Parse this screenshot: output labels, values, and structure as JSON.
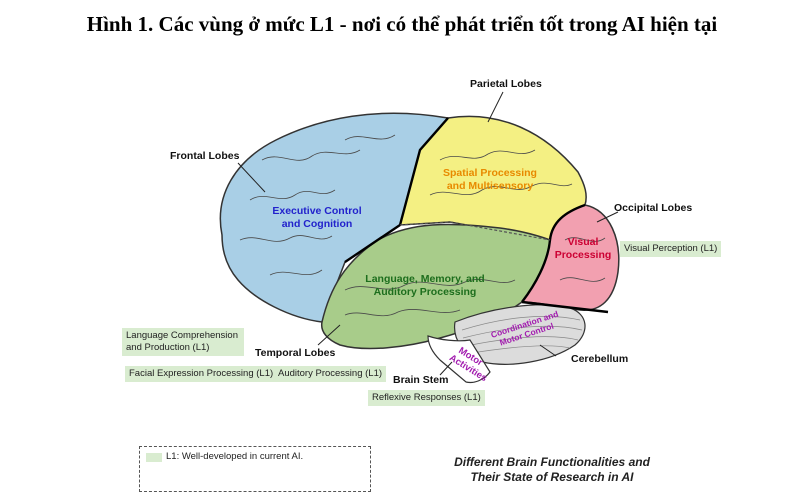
{
  "title": "Hình 1. Các vùng ở mức L1 - nơi có thể phát triển tốt trong AI hiện tại",
  "lobes": {
    "parietal": "Parietal Lobes",
    "frontal": "Frontal Lobes",
    "occipital": "Occipital Lobes",
    "temporal": "Temporal Lobes",
    "brain_stem": "Brain Stem",
    "cerebellum": "Cerebellum"
  },
  "regions": {
    "spatial_l1": "Spatial Processing",
    "spatial_l2": "and Multisensory",
    "executive_l1": "Executive Control",
    "executive_l2": "and Cognition",
    "visual_l1": "Visual",
    "visual_l2": "Processing",
    "language_l1": "Language, Memory, and",
    "language_l2": "Auditory Processing",
    "motor_l1": "Motor",
    "motor_l2": "Activities",
    "cerebellum_l1": "Coordination and",
    "cerebellum_l2": "Motor Control"
  },
  "l1_boxes": {
    "visual_perception": "Visual Perception (L1)",
    "lang_comp_l1": "Language Comprehension",
    "lang_comp_l2": "and Production (L1)",
    "facial": "Facial Expression Processing (L1)",
    "auditory": "Auditory Processing (L1)",
    "reflexive": "Reflexive Responses (L1)"
  },
  "legend": {
    "text": "L1: Well-developed in current AI."
  },
  "caption": {
    "line1": "Different Brain Functionalities and",
    "line2": "Their State of Research in AI"
  },
  "colors": {
    "frontal": "#a9cfe6",
    "parietal": "#f4f083",
    "occipital": "#f2a0b0",
    "temporal": "#a8cc8a",
    "cerebellum": "#dcdcdc",
    "executive_text": "#2222cc",
    "spatial_text": "#e88a00",
    "visual_text": "#cc0033",
    "language_text": "#1d6e1d",
    "motor_text": "#a21caf",
    "l1_fill": "#d9ecd0"
  }
}
